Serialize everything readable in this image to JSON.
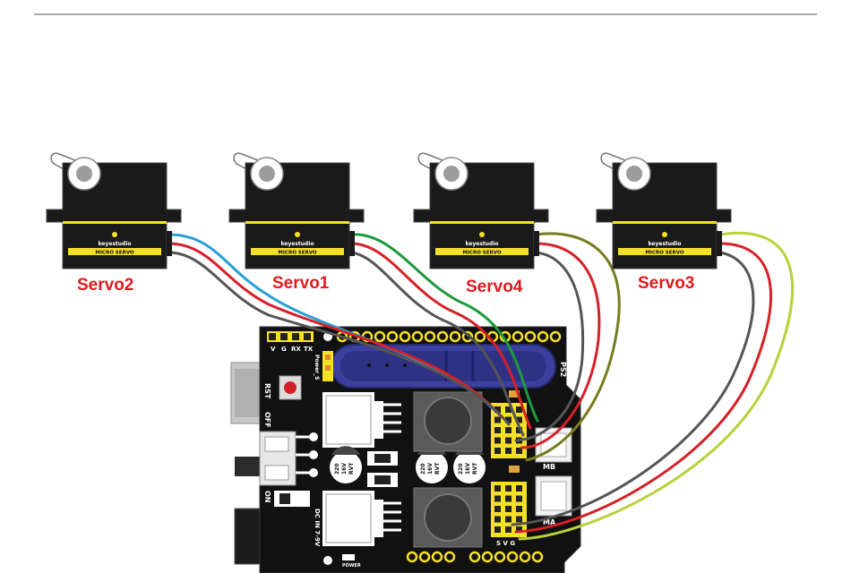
{
  "servos": [
    {
      "id": "servo2",
      "label": "Servo2",
      "brand": "keyestudio",
      "model": "MICRO SERVO",
      "signal_wire": "#2a9fd6"
    },
    {
      "id": "servo1",
      "label": "Servo1",
      "brand": "keyestudio",
      "model": "MICRO SERVO",
      "signal_wire": "#1e9a3c"
    },
    {
      "id": "servo4",
      "label": "Servo4",
      "brand": "keyestudio",
      "model": "MICRO SERVO",
      "signal_wire": "#7a7a1e"
    },
    {
      "id": "servo3",
      "label": "Servo3",
      "brand": "keyestudio",
      "model": "MICRO SERVO",
      "signal_wire": "#b8d13a"
    }
  ],
  "board": {
    "header_labels": [
      "V",
      "G",
      "RX",
      "TX"
    ],
    "power_switch_label": "Power_S",
    "reset_label": "RST",
    "off_label": "OFF",
    "on_label": "ON",
    "dc_in_label": "DC IN 7-9V",
    "power_label": "POWER",
    "ps2_label": "PS2",
    "mb_label": "MB",
    "ma_label": "MA",
    "svg_label": "S V G",
    "cap_text": [
      "220",
      "16V",
      "RVT"
    ]
  },
  "colors": {
    "wire_red": "#d62027",
    "wire_black": "#555555",
    "pcb": "#111111",
    "header_yellow": "#f5e028",
    "label_red": "#e0191c"
  }
}
